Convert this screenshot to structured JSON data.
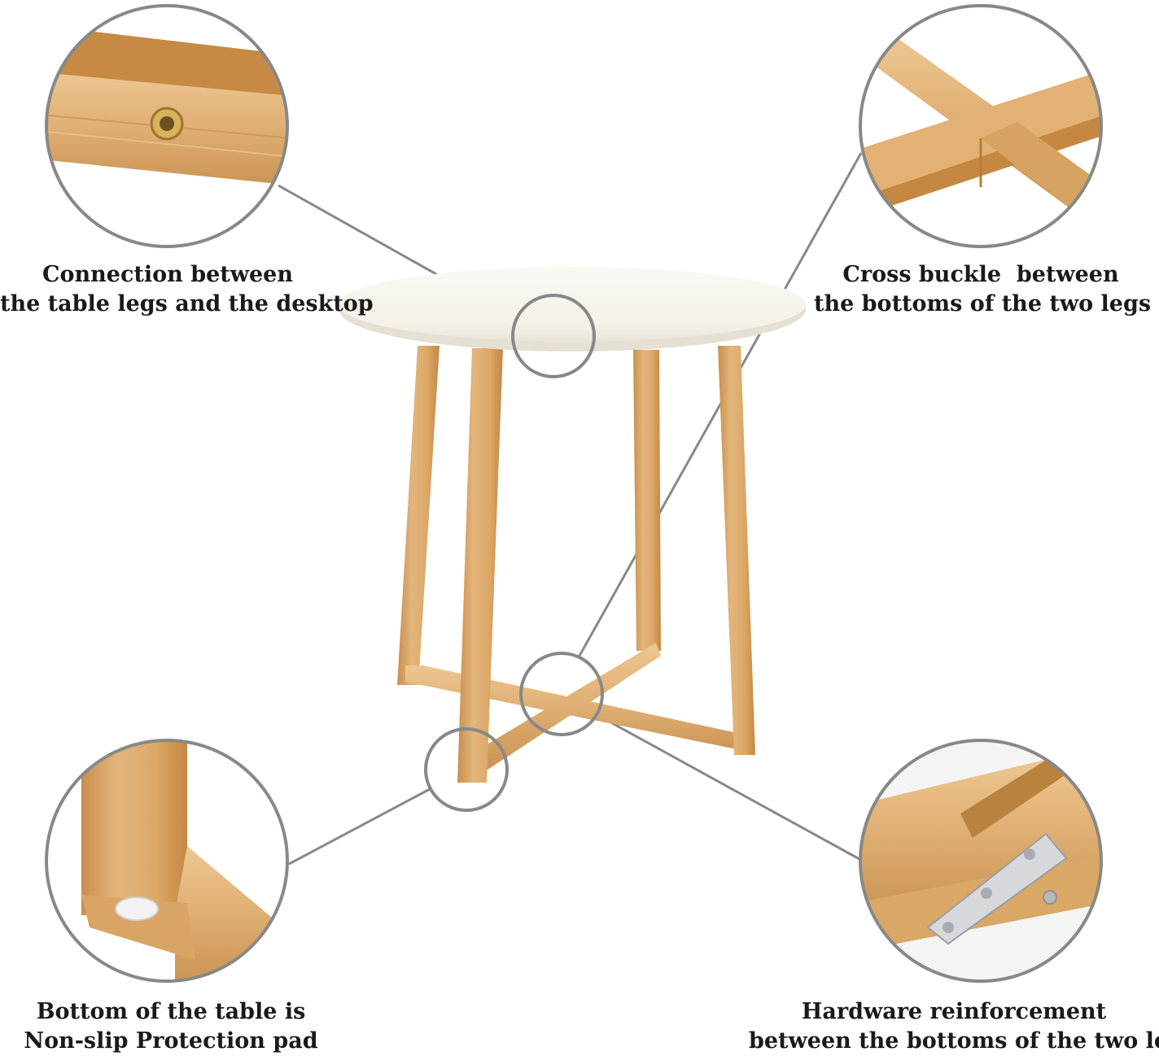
{
  "captions": {
    "top_left": {
      "line1": "Connection between",
      "line2": "the table legs and the desktop"
    },
    "top_right": {
      "line1": "Cross buckle  between",
      "line2": "the bottoms of the two legs"
    },
    "bottom_left": {
      "line1": "Bottom of the table is",
      "line2": "Non-slip Protection pad"
    },
    "bottom_right": {
      "line1": "Hardware reinforcement",
      "line2": "between the bottoms of the two legs"
    }
  },
  "colors": {
    "bamboo": "#dfae72",
    "bamboo_dark": "#c98f4c",
    "bamboo_light": "#edc791",
    "tabletop": "#f6f3ec",
    "callout_ring": "#888888",
    "background": "#ffffff"
  }
}
